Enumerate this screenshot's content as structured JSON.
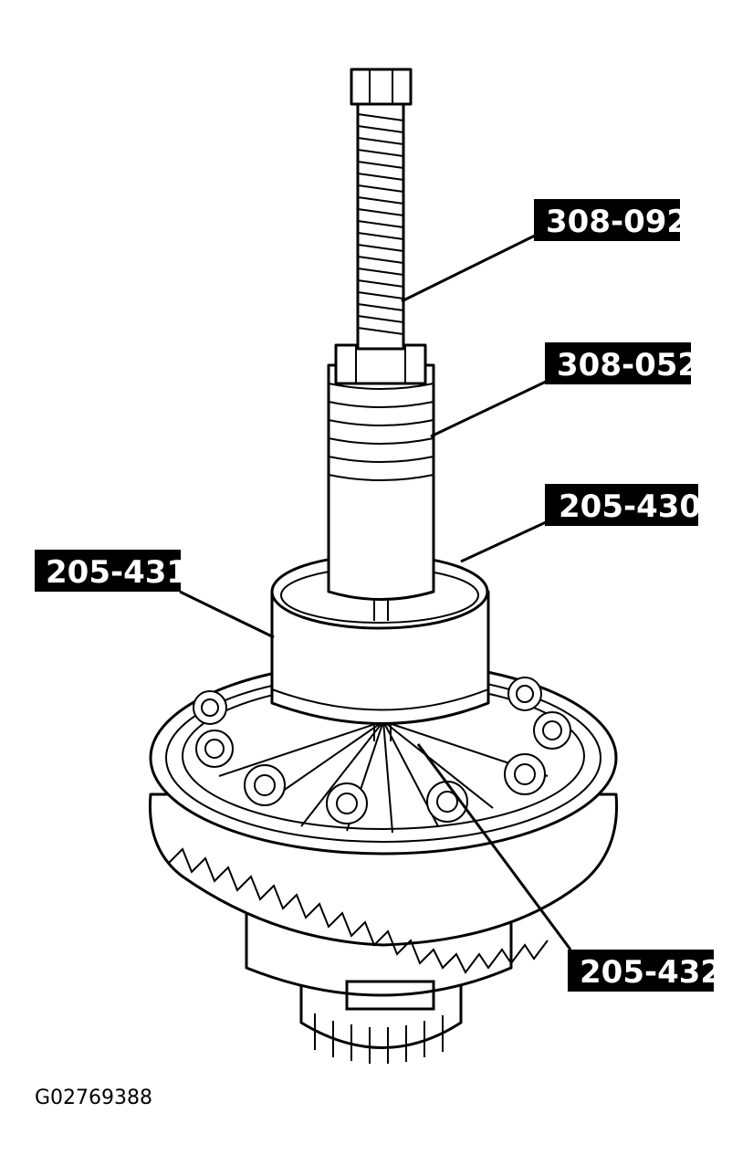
{
  "callouts": {
    "tool_308_092": "308-092",
    "tool_308_052": "308-052",
    "tool_205_430": "205-430",
    "tool_205_431": "205-431",
    "tool_205_432": "205-432"
  },
  "figure_id": "G02769388"
}
